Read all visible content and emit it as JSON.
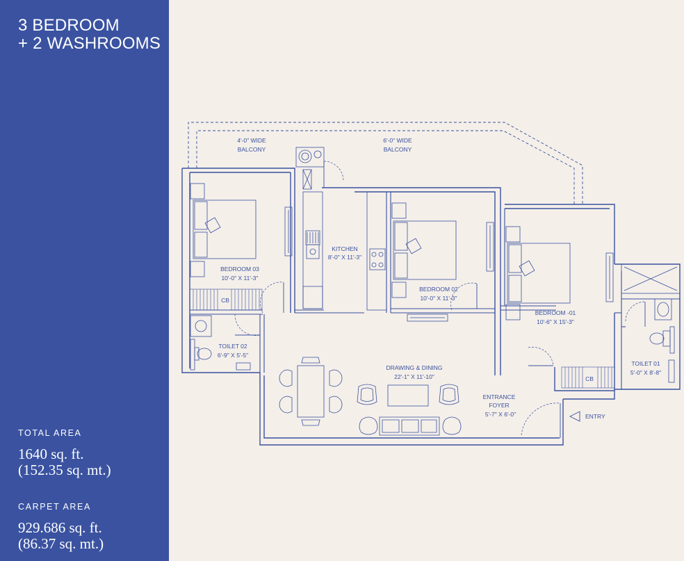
{
  "unit": {
    "title_line1": "3 BEDROOM",
    "title_line2": "+ 2 WASHROOMS"
  },
  "areas": {
    "total": {
      "label": "TOTAL AREA",
      "line1": "1640 sq. ft.",
      "line2": "(152.35 sq. mt.)"
    },
    "carpet": {
      "label": "CARPET AREA",
      "line1": "929.686 sq. ft.",
      "line2": "(86.37 sq. mt.)"
    }
  },
  "plan": {
    "balcony_left": {
      "line1": "4'-0\" WIDE",
      "line2": "BALCONY"
    },
    "balcony_right": {
      "line1": "6'-0\" WIDE",
      "line2": "BALCONY"
    },
    "kitchen": {
      "name": "KITCHEN",
      "size": "8'-0\" X 11'-3\""
    },
    "bedroom03": {
      "name": "BEDROOM 03",
      "size": "10'-0\" X 11'-3\""
    },
    "bedroom02": {
      "name": "BEDROOM 02",
      "size": "10'-0\" X 11'-3\""
    },
    "bedroom01": {
      "name": "BEDROOM -01",
      "size": "10'-6\" X 15'-3\""
    },
    "toilet02": {
      "name": "TOILET 02",
      "size": "6'-9\" X 5'-5\""
    },
    "toilet01": {
      "name": "TOILET 01",
      "size": "5'-0\" X 8'-8\""
    },
    "drawing": {
      "name": "DRAWING & DINING",
      "size": "22'-1\" X 11'-10\""
    },
    "foyer": {
      "line1": "ENTRANCE",
      "line2": "FOYER",
      "size": "5'-7\" X 6'-0\""
    },
    "cb_left": "CB",
    "cb_right": "CB",
    "entry": "ENTRY"
  },
  "colors": {
    "sidebar": "#3a52a0",
    "background": "#f4efe9",
    "line": "#3a52a0"
  }
}
